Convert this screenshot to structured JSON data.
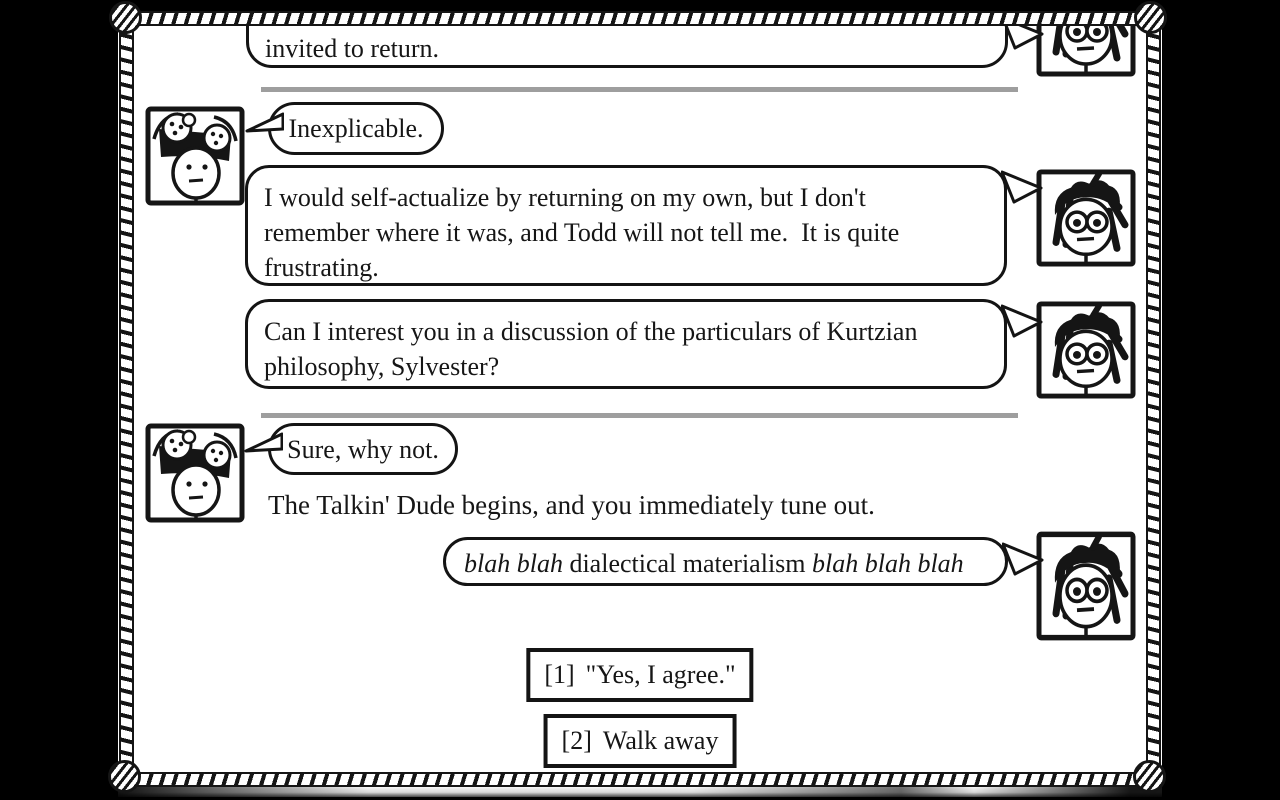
{
  "colors": {
    "background": "#000000",
    "paper": "#ffffff",
    "ink": "#161616",
    "divider_gray": "#9e9e9e"
  },
  "icons": {
    "border": "rope-border",
    "left_speaker": "player-hat-portrait-icon",
    "right_speaker": "talkin-dude-portrait-icon"
  },
  "log": {
    "msg_clipped_top": "invited to return.",
    "msg_inexplicable": "Inexplicable.",
    "msg_self_actualize": "I would self-actualize by returning on my own, but I don't\nremember where it was, and Todd will not tell me.  It is quite\nfrustrating.",
    "msg_kurtzian": "Can I interest you in a discussion of the particulars of Kurtzian\nphilosophy, Sylvester?",
    "msg_sure": "Sure, why not.",
    "narration": "The Talkin' Dude begins, and you immediately tune out.",
    "msg_blah": {
      "lead_italic": "blah blah",
      "middle": " dialectical materialism ",
      "tail_italic": "blah blah blah"
    }
  },
  "choices": {
    "option1": {
      "key": "[1]",
      "label": "\"Yes, I agree.\""
    },
    "option2": {
      "key": "[2]",
      "label": "Walk away"
    }
  }
}
